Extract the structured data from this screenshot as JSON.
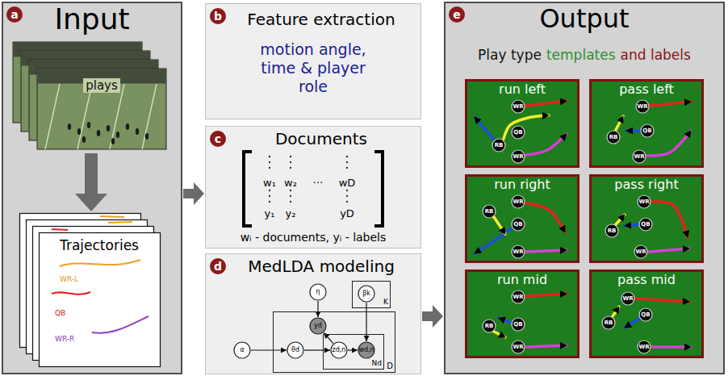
{
  "diagram": {
    "nodes": [
      {
        "text": [
          "Input"
        ]
      },
      {
        "text": [
          "plays"
        ],
        "in": 0
      },
      {
        "text": [
          "Trajectories"
        ],
        "in": 0
      },
      {
        "text": [
          "Feature extraction",
          "motion angle, time & player role"
        ]
      },
      {
        "text": [
          "Documents",
          "wᵢ - documents, yᵢ - labels"
        ]
      },
      {
        "text": [
          "MedLDA modeling"
        ]
      },
      {
        "text": [
          "D"
        ],
        "in": 5
      },
      {
        "text": [
          "Nd"
        ],
        "in": 6
      },
      {
        "text": [
          "K"
        ],
        "in": 5
      },
      {
        "text": [
          "η"
        ],
        "in": 5
      },
      {
        "text": [
          "yd"
        ],
        "in": 6
      },
      {
        "text": [
          "α"
        ],
        "in": 5
      },
      {
        "text": [
          "θd"
        ],
        "in": 6
      },
      {
        "text": [
          "zd,n"
        ],
        "in": 7
      },
      {
        "text": [
          "wd,n"
        ],
        "in": 7
      },
      {
        "text": [
          "βk"
        ],
        "in": 8
      },
      {
        "text": [
          "Output",
          "Play type",
          "templates",
          "and labels"
        ]
      },
      {
        "text": [
          "run left"
        ],
        "in": 16
      },
      {
        "text": [
          "WR"
        ],
        "in": 17
      },
      {
        "text": [
          "QB"
        ],
        "in": 17
      },
      {
        "text": [
          "RB"
        ],
        "in": 17
      },
      {
        "text": [
          "WR"
        ],
        "in": 17
      },
      {
        "text": [
          "pass left"
        ],
        "in": 16
      },
      {
        "text": [
          "WR"
        ],
        "in": 22
      },
      {
        "text": [
          "QB"
        ],
        "in": 22
      },
      {
        "text": [
          "RB"
        ],
        "in": 22
      },
      {
        "text": [
          "WR"
        ],
        "in": 22
      },
      {
        "text": [
          "run right"
        ],
        "in": 16
      },
      {
        "text": [
          "WR"
        ],
        "in": 27
      },
      {
        "text": [
          "QB"
        ],
        "in": 27
      },
      {
        "text": [
          "RB"
        ],
        "in": 27
      },
      {
        "text": [
          "WR"
        ],
        "in": 27
      },
      {
        "text": [
          "pass right"
        ],
        "in": 16
      },
      {
        "text": [
          "WR"
        ],
        "in": 32
      },
      {
        "text": [
          "QB"
        ],
        "in": 32
      },
      {
        "text": [
          "RB"
        ],
        "in": 32
      },
      {
        "text": [
          "WR"
        ],
        "in": 32
      },
      {
        "text": [
          "run mid"
        ],
        "in": 16
      },
      {
        "text": [
          "WR"
        ],
        "in": 37
      },
      {
        "text": [
          "QB"
        ],
        "in": 37
      },
      {
        "text": [
          "RB"
        ],
        "in": 37
      },
      {
        "text": [
          "WR"
        ],
        "in": 37
      },
      {
        "text": [
          "pass mid"
        ],
        "in": 16
      },
      {
        "text": [
          "WR"
        ],
        "in": 42
      },
      {
        "text": [
          "QB"
        ],
        "in": 42
      },
      {
        "text": [
          "RB"
        ],
        "in": 42
      },
      {
        "text": [
          "WR"
        ],
        "in": 42
      }
    ],
    "edges": [
      {
        "from": 1,
        "to": 2,
        "arrow": "to"
      },
      {
        "from": 0,
        "to": 4,
        "arrow": "to"
      },
      {
        "from": 5,
        "to": 16,
        "arrow": "to"
      },
      {
        "from": 11,
        "to": 12,
        "arrow": "to"
      },
      {
        "from": 12,
        "to": 13,
        "arrow": "to"
      },
      {
        "from": 13,
        "to": 14,
        "arrow": "to"
      },
      {
        "from": 9,
        "to": 10,
        "arrow": "to"
      },
      {
        "from": 13,
        "to": 10,
        "arrow": "to"
      },
      {
        "from": 15,
        "to": 14,
        "arrow": "to"
      }
    ],
    "labels": [
      "a",
      "b",
      "c",
      "d",
      "e",
      "w₁",
      "w₂",
      "···",
      "wD",
      "y₁",
      "y₂",
      "yD",
      "WR-L",
      "QB",
      "WR-R"
    ]
  }
}
